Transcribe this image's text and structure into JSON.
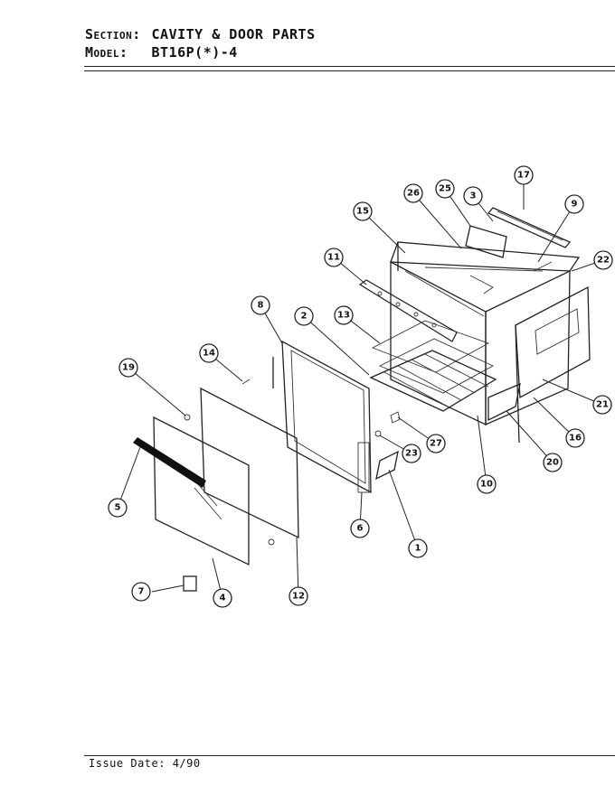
{
  "header": {
    "section_label": "Section:",
    "section_value": "CAVITY & DOOR PARTS",
    "model_label": "Model:",
    "model_value": "BT16P(*)-4"
  },
  "footer": {
    "issue_date": "Issue Date: 4/90"
  },
  "callouts": [
    {
      "id": "c1",
      "num": "1"
    },
    {
      "id": "c2",
      "num": "2"
    },
    {
      "id": "c3",
      "num": "3"
    },
    {
      "id": "c4",
      "num": "4"
    },
    {
      "id": "c5",
      "num": "5"
    },
    {
      "id": "c6",
      "num": "6"
    },
    {
      "id": "c7",
      "num": "7"
    },
    {
      "id": "c8",
      "num": "8"
    },
    {
      "id": "c9",
      "num": "9"
    },
    {
      "id": "c10",
      "num": "10"
    },
    {
      "id": "c11",
      "num": "11"
    },
    {
      "id": "c12",
      "num": "12"
    },
    {
      "id": "c13",
      "num": "13"
    },
    {
      "id": "c14",
      "num": "14"
    },
    {
      "id": "c15",
      "num": "15"
    },
    {
      "id": "c16",
      "num": "16"
    },
    {
      "id": "c17",
      "num": "17"
    },
    {
      "id": "c19",
      "num": "19"
    },
    {
      "id": "c20",
      "num": "20"
    },
    {
      "id": "c21",
      "num": "21"
    },
    {
      "id": "c22",
      "num": "22"
    },
    {
      "id": "c23",
      "num": "23"
    },
    {
      "id": "c25",
      "num": "25"
    },
    {
      "id": "c26",
      "num": "26"
    },
    {
      "id": "c27",
      "num": "27"
    }
  ]
}
